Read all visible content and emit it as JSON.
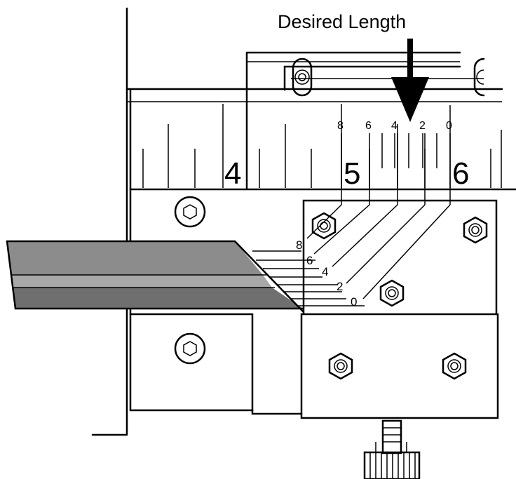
{
  "figure": {
    "title": "Desired Length",
    "main_scale_labels": [
      "4",
      "5",
      "6"
    ],
    "vernier_top_labels": [
      "8",
      "6",
      "4",
      "2",
      "0"
    ],
    "vernier_side_labels": [
      "8",
      "6",
      "4",
      "2",
      "0"
    ]
  },
  "colors": {
    "ink": "#000000",
    "paper": "#ffffff",
    "blade_dark": "#6f6f6f",
    "blade_mid": "#8c8c8c",
    "blade_light": "#a8a8a8"
  }
}
